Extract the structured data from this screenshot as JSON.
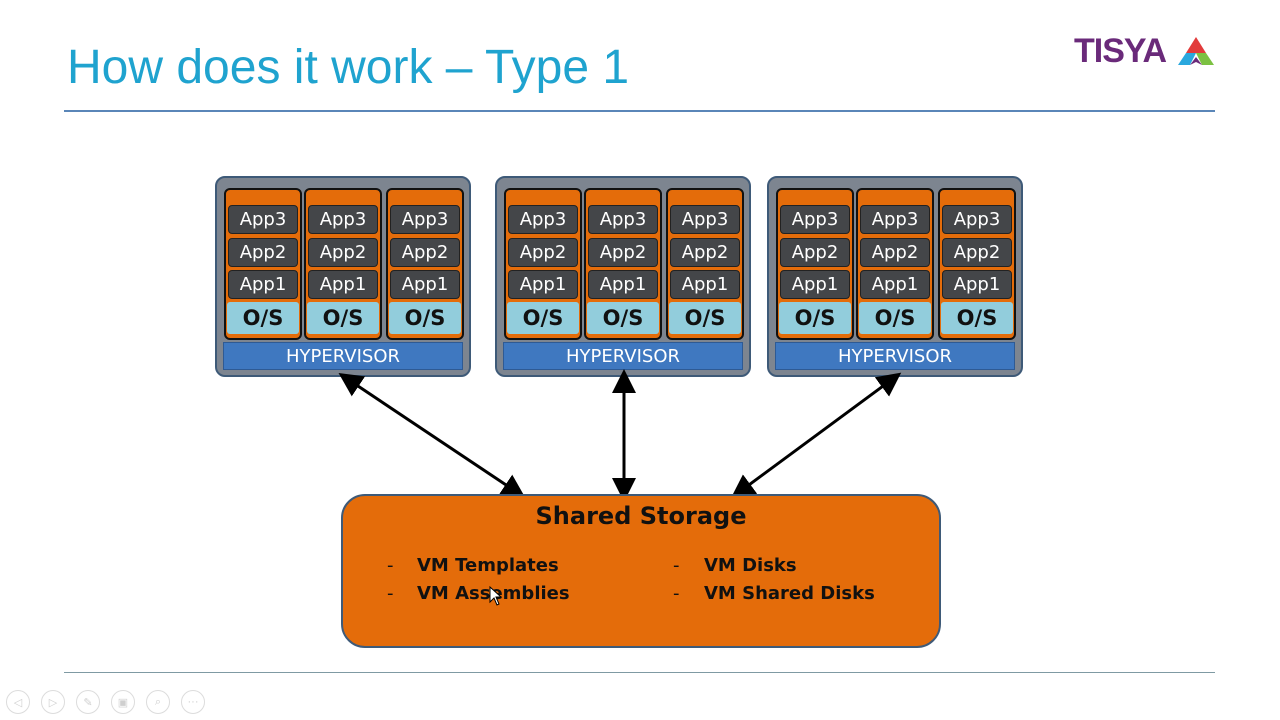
{
  "slide": {
    "title": "How does it work – Type 1",
    "logo_text": "TISYA",
    "accent_color": "#1fa3cf"
  },
  "hosts": [
    {
      "hypervisor_label": "HYPERVISOR",
      "vms": [
        {
          "apps": [
            "App3",
            "App2",
            "App1"
          ],
          "os": "O/S"
        },
        {
          "apps": [
            "App3",
            "App2",
            "App1"
          ],
          "os": "O/S"
        },
        {
          "apps": [
            "App3",
            "App2",
            "App1"
          ],
          "os": "O/S"
        }
      ]
    },
    {
      "hypervisor_label": "HYPERVISOR",
      "vms": [
        {
          "apps": [
            "App3",
            "App2",
            "App1"
          ],
          "os": "O/S"
        },
        {
          "apps": [
            "App3",
            "App2",
            "App1"
          ],
          "os": "O/S"
        },
        {
          "apps": [
            "App3",
            "App2",
            "App1"
          ],
          "os": "O/S"
        }
      ]
    },
    {
      "hypervisor_label": "HYPERVISOR",
      "vms": [
        {
          "apps": [
            "App3",
            "App2",
            "App1"
          ],
          "os": "O/S"
        },
        {
          "apps": [
            "App3",
            "App2",
            "App1"
          ],
          "os": "O/S"
        },
        {
          "apps": [
            "App3",
            "App2",
            "App1"
          ],
          "os": "O/S"
        }
      ]
    }
  ],
  "storage": {
    "title": "Shared Storage",
    "dash": "-",
    "items_left": [
      "VM Templates",
      "VM Assemblies"
    ],
    "items_right": [
      "VM Disks",
      "VM Shared Disks"
    ]
  },
  "player_controls": [
    {
      "name": "previous-slide-button",
      "icon": "◁"
    },
    {
      "name": "next-slide-button",
      "icon": "▷"
    },
    {
      "name": "pen-tool-button",
      "icon": "✎"
    },
    {
      "name": "slides-overview-button",
      "icon": "▣"
    },
    {
      "name": "zoom-button",
      "icon": "⌕"
    },
    {
      "name": "more-options-button",
      "icon": "···"
    }
  ]
}
